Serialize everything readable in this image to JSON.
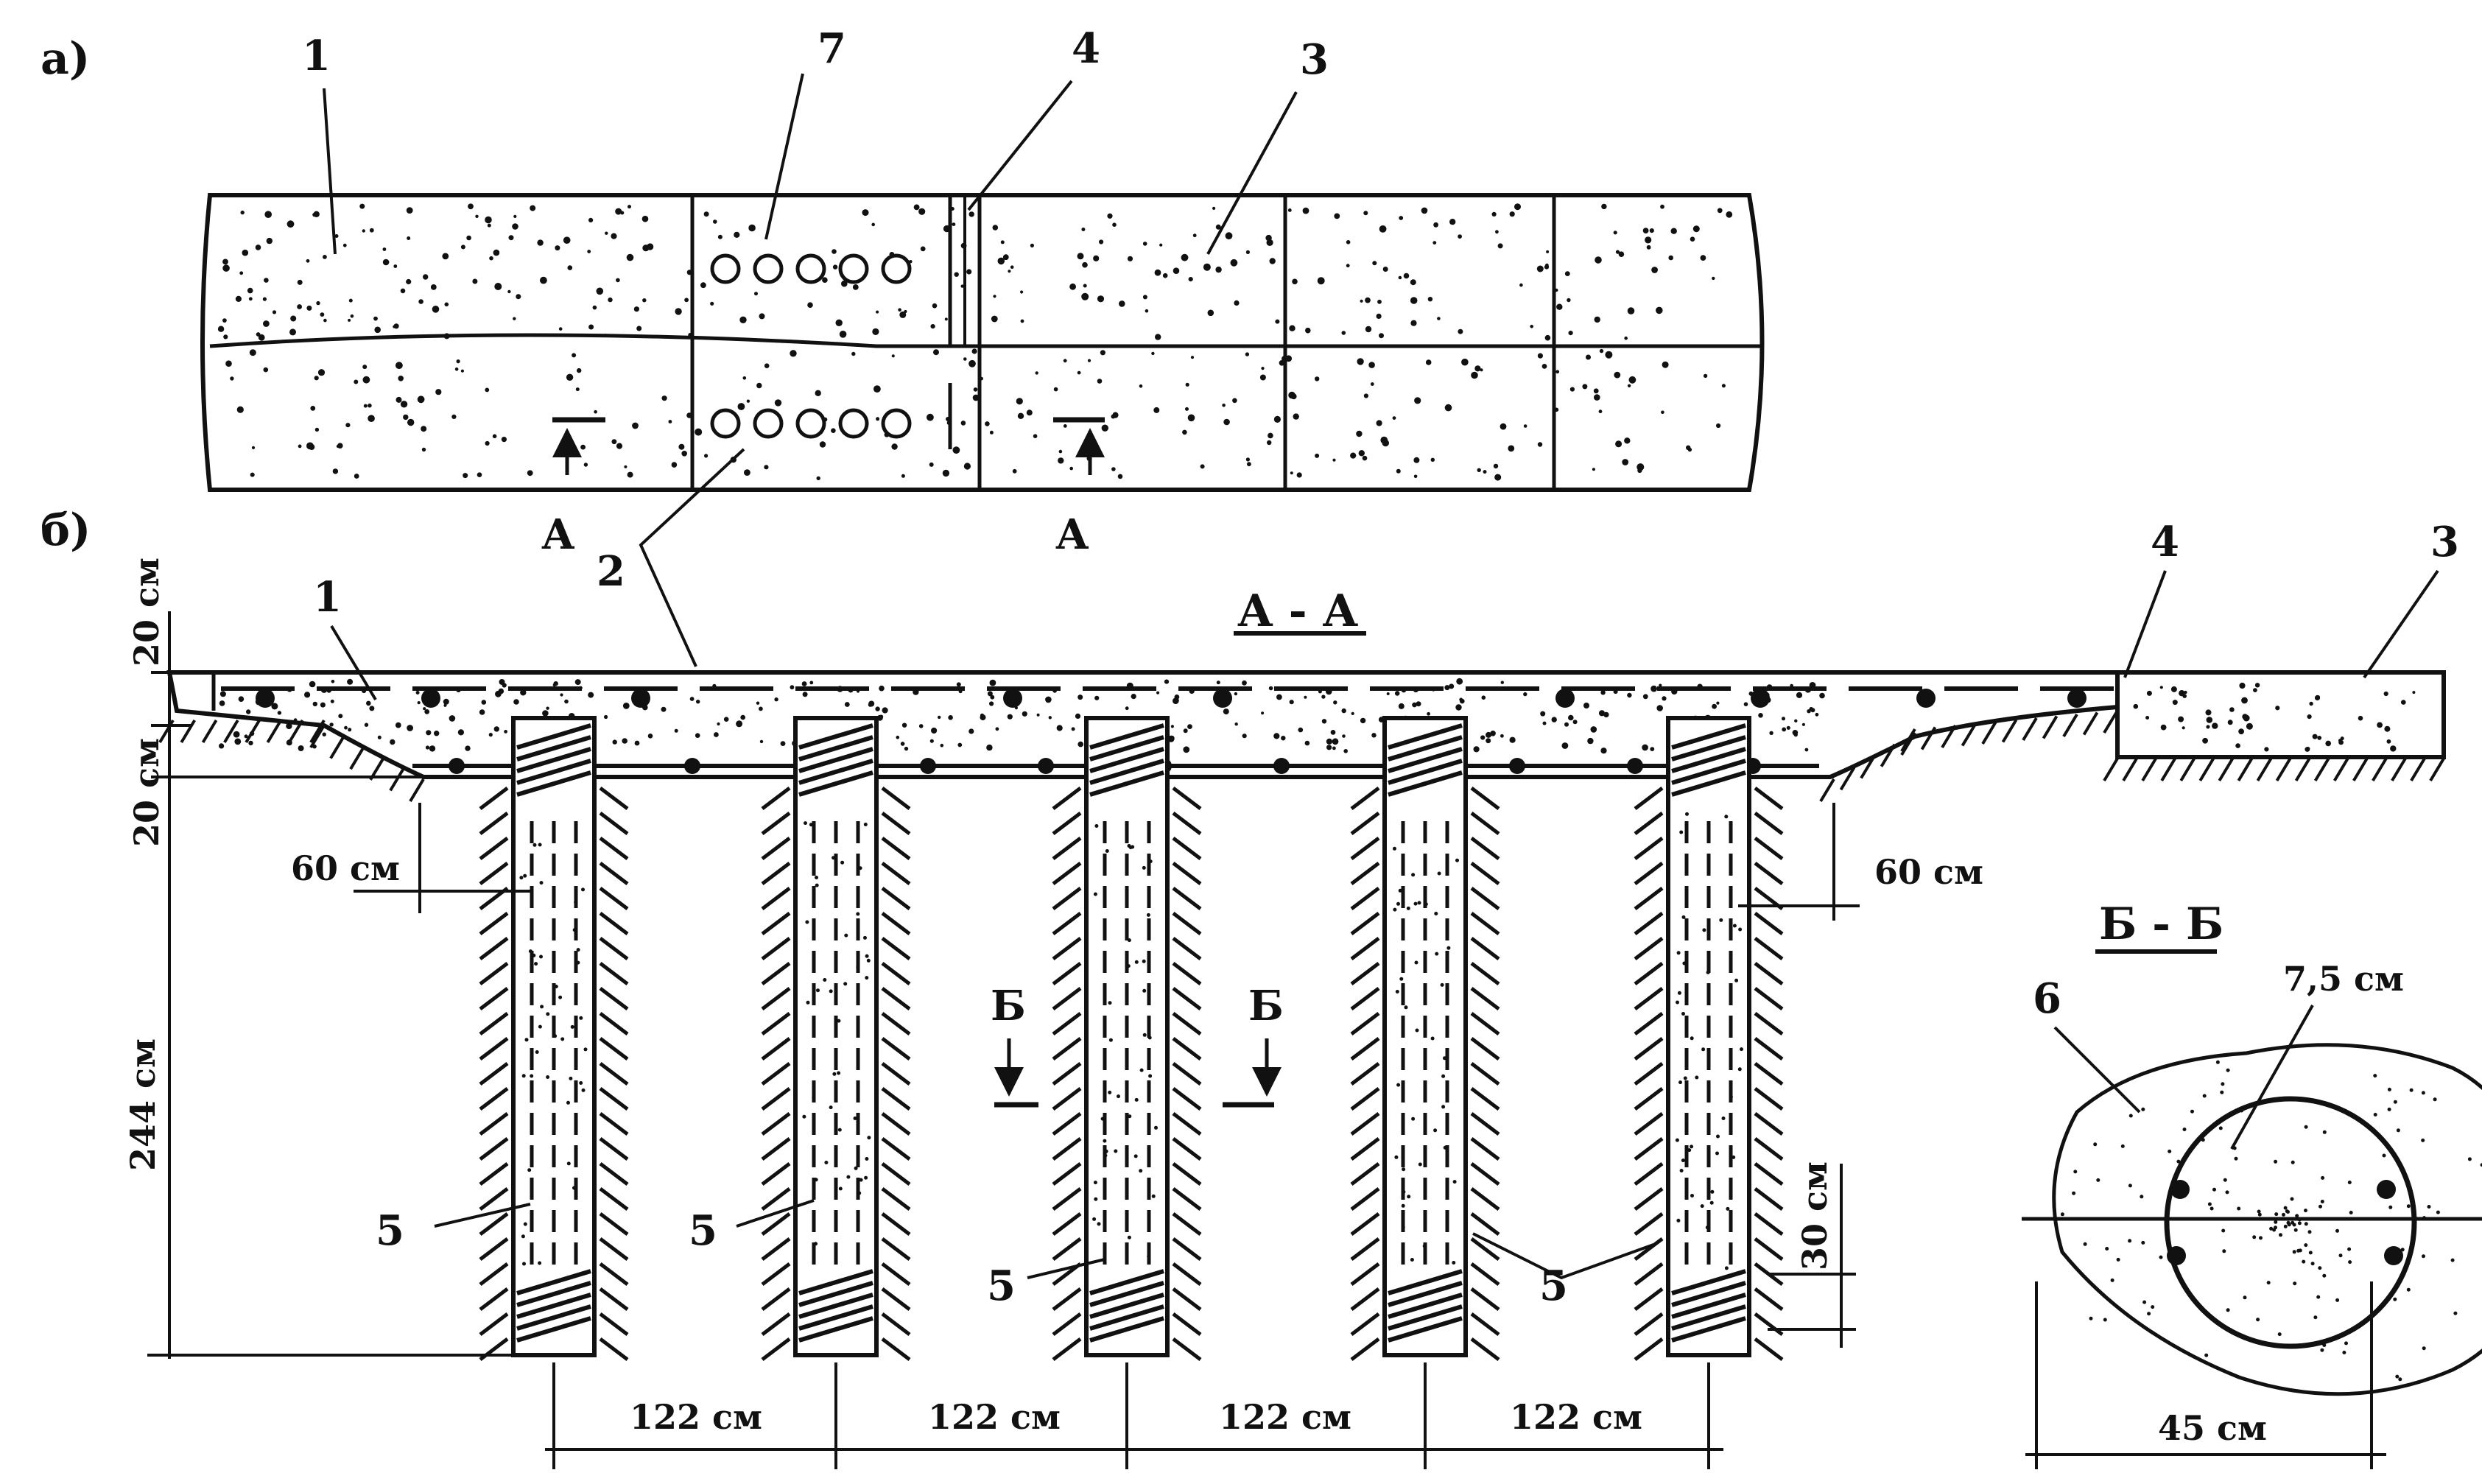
{
  "panel_a": {
    "label": "а)",
    "callouts": {
      "n1": "1",
      "n7": "7",
      "n4": "4",
      "n3": "3",
      "n2": "2"
    },
    "section_marks": [
      "А",
      "А"
    ]
  },
  "panel_b": {
    "label": "б)",
    "section_title": "А - А",
    "callouts": {
      "n1": "1",
      "n4": "4",
      "n3": "3",
      "n5": "5"
    },
    "dimensions": {
      "slab_top": "20 см",
      "slab_base": "20 см",
      "depth_total": "244 см",
      "embed_left": "60 см",
      "embed_right": "60 см",
      "bottom_bell": "30 см",
      "spacing": [
        "122 см",
        "122 см",
        "122 см",
        "122 см"
      ]
    },
    "section_b_marks": [
      "Б",
      "Б"
    ]
  },
  "section_bb": {
    "title": "Б - Б",
    "callout_6": "6",
    "cover": "7,5 см",
    "diameter": "45 см"
  },
  "colors": {
    "ink": "#111111",
    "paper": "#ffffff"
  }
}
